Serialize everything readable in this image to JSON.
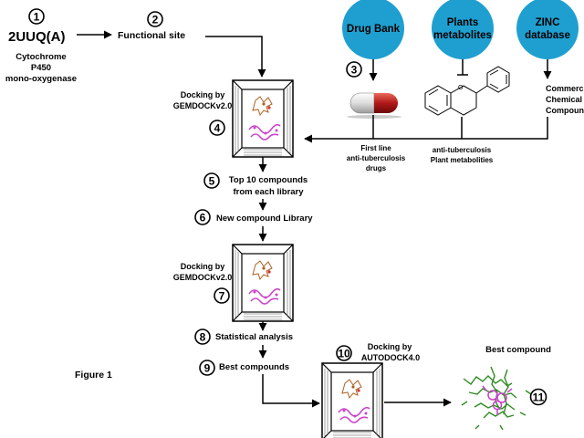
{
  "steps": {
    "s1": "1",
    "s2": "2",
    "s3": "3",
    "s4": "4",
    "s5": "5",
    "s6": "6",
    "s7": "7",
    "s8": "8",
    "s9": "9",
    "s10": "10",
    "s11": "11"
  },
  "target": {
    "pdb_id": "2UUQ(A)",
    "name_line1": "Cytochrome",
    "name_line2": "P450",
    "name_line3": "mono-oxygenase"
  },
  "functional_site": "Functional site",
  "libraries": {
    "drug_bank": "Drug Bank",
    "plants_line1": "Plants",
    "plants_line2": "metabolites",
    "zinc_line1": "ZINC",
    "zinc_line2": "database"
  },
  "library_labels": {
    "first_line_1": "First line",
    "first_line_2": "anti-tuberculosis",
    "first_line_3": "drugs",
    "plant_1": "anti-tuberculosis",
    "plant_2": "Plant metabolities",
    "commercial_1": "Commercial",
    "commercial_2": "Chemical",
    "commercial_3": "Compounds"
  },
  "docking1_line1": "Docking by",
  "docking1_line2": "GEMDOCKv2.0",
  "top10_line1": "Top 10 compounds",
  "top10_line2": "from each library",
  "new_library": "New compound Library",
  "docking2_line1": "Docking by",
  "docking2_line2": "GEMDOCKv2.0",
  "statistical": "Statistical analysis",
  "best_compounds": "Best compounds",
  "docking3_line1": "Docking by",
  "docking3_line2": "AUTODOCK4.0",
  "best_compound": "Best compound",
  "figure_label": "Figure 1",
  "colors": {
    "library_circle": "#1f9fd0",
    "ligand_green": "#2e8b22",
    "ligand_magenta": "#cc44cc",
    "capsule_red": "#b01818",
    "molecule_brown": "#b06020"
  }
}
